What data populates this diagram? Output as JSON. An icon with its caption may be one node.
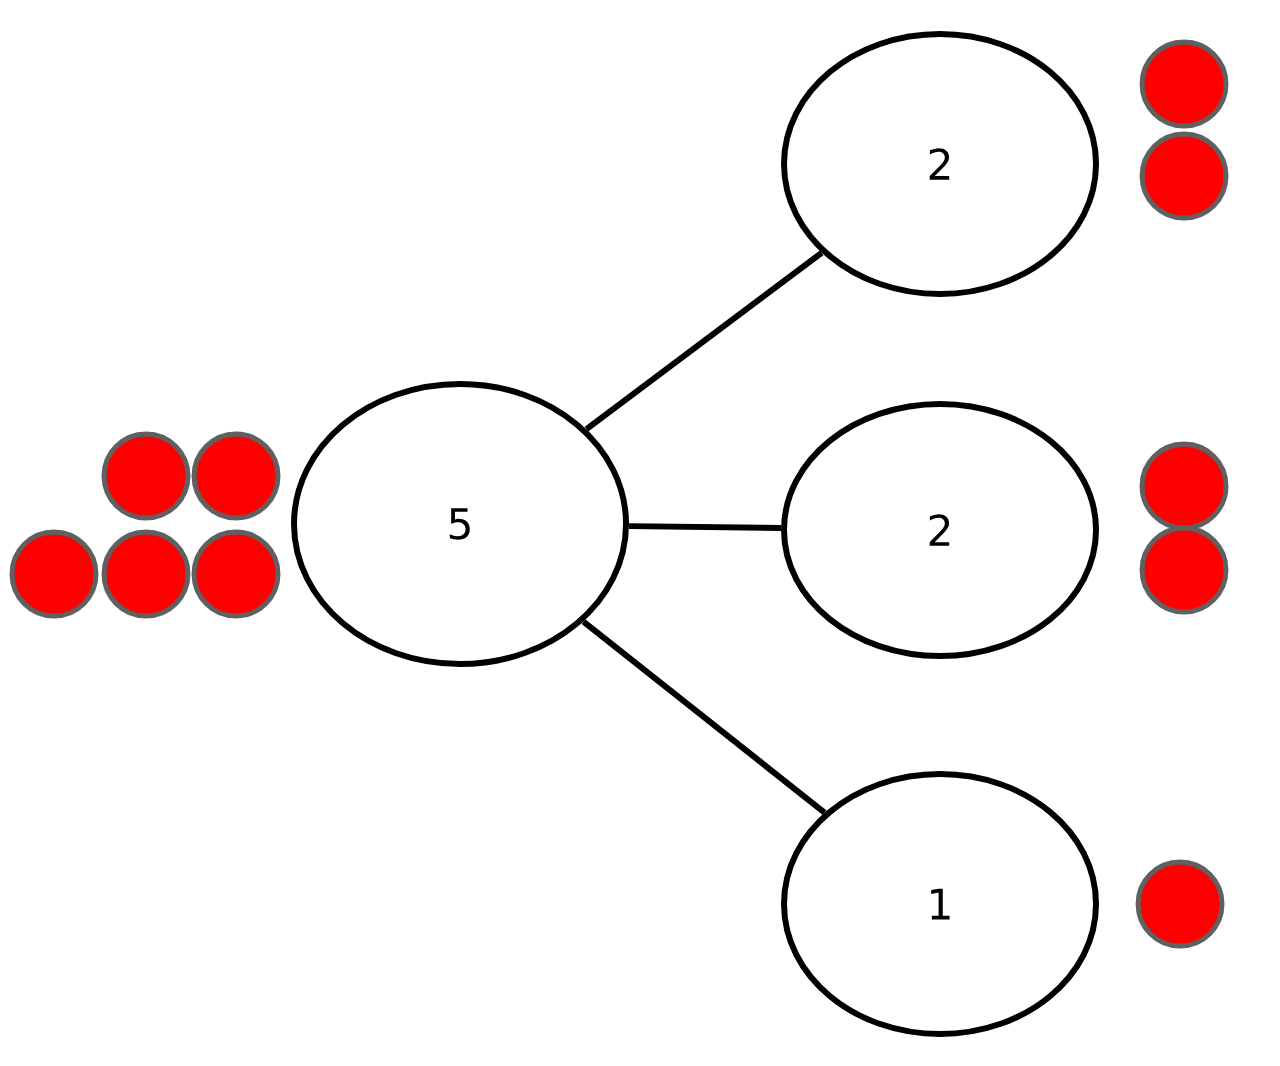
{
  "diagram": {
    "nodes": [
      {
        "text": [
          "5"
        ]
      },
      {
        "text": [
          "2"
        ]
      },
      {
        "text": [
          "2"
        ]
      },
      {
        "text": [
          "1"
        ]
      }
    ],
    "edges": [
      {
        "from": 0,
        "to": 1,
        "arrow": "none"
      },
      {
        "from": 0,
        "to": 2,
        "arrow": "none"
      },
      {
        "from": 0,
        "to": 3,
        "arrow": "none"
      }
    ]
  }
}
